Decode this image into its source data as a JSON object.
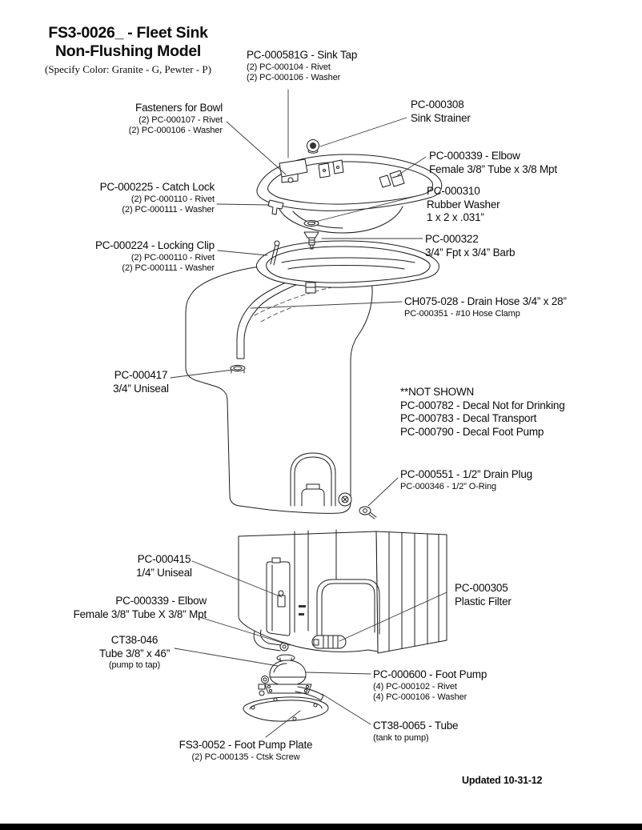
{
  "title": {
    "line1": "FS3-0026_ - Fleet Sink",
    "line2": "Non-Flushing Model",
    "line3": "(Specify Color: Granite - G, Pewter - P)"
  },
  "labels": {
    "sink_tap": {
      "l1": "PC-000581G - Sink Tap",
      "l2": "(2) PC-000104 - Rivet",
      "l3": "(2) PC-000106 - Washer"
    },
    "fasteners_bowl": {
      "l1": "Fasteners for Bowl",
      "l2": "(2) PC-000107 - Rivet",
      "l3": "(2) PC-000106 - Washer"
    },
    "sink_strainer": {
      "l1": "PC-000308",
      "l2": "Sink Strainer"
    },
    "elbow_top": {
      "l1": "PC-000339 - Elbow",
      "l2": "Female 3/8” Tube x 3/8 Mpt"
    },
    "catch_lock": {
      "l1": "PC-000225 - Catch Lock",
      "l2": "(2) PC-000110 - Rivet",
      "l3": "(2) PC-000111 - Washer"
    },
    "rubber_washer": {
      "l1": "PC-000310",
      "l2": "Rubber Washer",
      "l3": "1 x 2 x .031”"
    },
    "barb_adapter": {
      "l1": "PC-000322",
      "l2": "3/4” Fpt x 3/4” Barb"
    },
    "locking_clip": {
      "l1": "PC-000224 - Locking Clip",
      "l2": "(2) PC-000110 - Rivet",
      "l3": "(2) PC-000111 - Washer"
    },
    "drain_hose": {
      "l1": "CH075-028 - Drain Hose 3/4” x 28”",
      "l2": "PC-000351 - #10 Hose Clamp"
    },
    "uniseal_34": {
      "l1": "PC-000417",
      "l2": "3/4” Uniseal"
    },
    "not_shown": {
      "l1": "**NOT SHOWN",
      "l2": "PC-000782 - Decal Not for Drinking",
      "l3": "PC-000783 - Decal Transport",
      "l4": "PC-000790 - Decal Foot Pump"
    },
    "drain_plug": {
      "l1": "PC-000551 - 1/2” Drain Plug",
      "l2": "PC-000346 - 1/2” O-Ring"
    },
    "uniseal_14": {
      "l1": "PC-000415",
      "l2": "1/4” Uniseal"
    },
    "elbow_bottom": {
      "l1": "PC-000339 - Elbow",
      "l2": "Female 3/8” Tube X 3/8” Mpt"
    },
    "plastic_filter": {
      "l1": "PC-000305",
      "l2": "Plastic Filter"
    },
    "tube_pump_to_tap": {
      "l1": "CT38-046",
      "l2": "Tube 3/8” x 46”",
      "l3": "(pump to tap)"
    },
    "foot_pump": {
      "l1": "PC-000600 - Foot Pump",
      "l2": "(4) PC-000102 - Rivet",
      "l3": "(4) PC-000106 - Washer"
    },
    "tube_tank_to_pump": {
      "l1": "CT38-0065 - Tube",
      "l2": "(tank to pump)"
    },
    "foot_pump_plate": {
      "l1": "FS3-0052 - Foot Pump Plate",
      "l2": "(2) PC-000135 - Ctsk Screw"
    }
  },
  "footer": {
    "updated": "Updated 10-31-12"
  },
  "colors": {
    "ink": "#1c1c1c",
    "leader": "#3a3a3a",
    "background": "#ffffff"
  }
}
